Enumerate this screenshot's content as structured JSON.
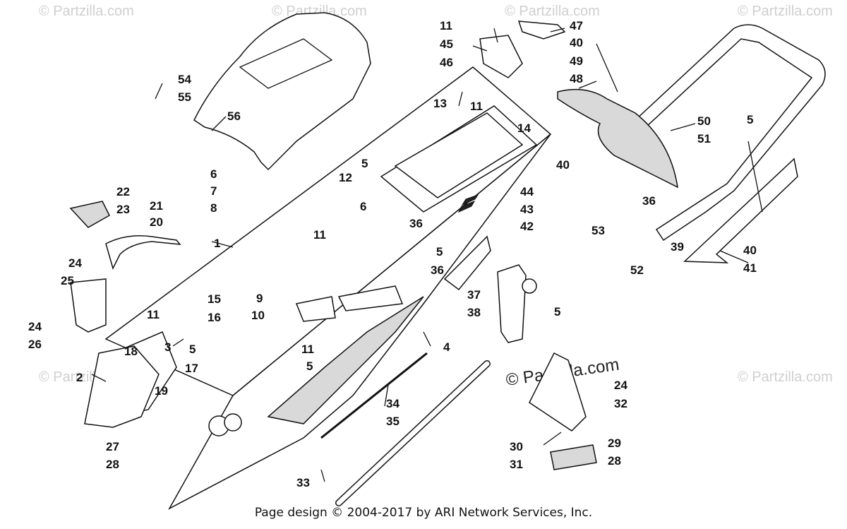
{
  "watermark": "© Partzilla.com",
  "watermark_center": "© Partzilla.com",
  "footer": "Page design © 2004-2017 by ARI Network Services, Inc.",
  "callouts": [
    {
      "id": "c1",
      "label": "1"
    },
    {
      "id": "c2",
      "label": "2"
    },
    {
      "id": "c3",
      "label": "3"
    },
    {
      "id": "c4",
      "label": "4"
    },
    {
      "id": "c5a",
      "label": "5"
    },
    {
      "id": "c5b",
      "label": "5"
    },
    {
      "id": "c5c",
      "label": "5"
    },
    {
      "id": "c5d",
      "label": "5"
    },
    {
      "id": "c5e",
      "label": "5"
    },
    {
      "id": "c5f",
      "label": "5"
    },
    {
      "id": "c6a",
      "label": "6"
    },
    {
      "id": "c6b",
      "label": "6"
    },
    {
      "id": "c7",
      "label": "7"
    },
    {
      "id": "c8",
      "label": "8"
    },
    {
      "id": "c9",
      "label": "9"
    },
    {
      "id": "c10",
      "label": "10"
    },
    {
      "id": "c11a",
      "label": "11"
    },
    {
      "id": "c11b",
      "label": "11"
    },
    {
      "id": "c11c",
      "label": "11"
    },
    {
      "id": "c11d",
      "label": "11"
    },
    {
      "id": "c11e",
      "label": "11"
    },
    {
      "id": "c12",
      "label": "12"
    },
    {
      "id": "c13",
      "label": "13"
    },
    {
      "id": "c14",
      "label": "14"
    },
    {
      "id": "c15",
      "label": "15"
    },
    {
      "id": "c16",
      "label": "16"
    },
    {
      "id": "c17",
      "label": "17"
    },
    {
      "id": "c18",
      "label": "18"
    },
    {
      "id": "c19",
      "label": "19"
    },
    {
      "id": "c20",
      "label": "20"
    },
    {
      "id": "c21",
      "label": "21"
    },
    {
      "id": "c22",
      "label": "22"
    },
    {
      "id": "c23",
      "label": "23"
    },
    {
      "id": "c24a",
      "label": "24"
    },
    {
      "id": "c24b",
      "label": "24"
    },
    {
      "id": "c24c",
      "label": "24"
    },
    {
      "id": "c25",
      "label": "25"
    },
    {
      "id": "c26",
      "label": "26"
    },
    {
      "id": "c27",
      "label": "27"
    },
    {
      "id": "c28a",
      "label": "28"
    },
    {
      "id": "c28b",
      "label": "28"
    },
    {
      "id": "c29",
      "label": "29"
    },
    {
      "id": "c30",
      "label": "30"
    },
    {
      "id": "c31",
      "label": "31"
    },
    {
      "id": "c32",
      "label": "32"
    },
    {
      "id": "c33",
      "label": "33"
    },
    {
      "id": "c34",
      "label": "34"
    },
    {
      "id": "c35",
      "label": "35"
    },
    {
      "id": "c36a",
      "label": "36"
    },
    {
      "id": "c36b",
      "label": "36"
    },
    {
      "id": "c36c",
      "label": "36"
    },
    {
      "id": "c37",
      "label": "37"
    },
    {
      "id": "c38",
      "label": "38"
    },
    {
      "id": "c39",
      "label": "39"
    },
    {
      "id": "c40a",
      "label": "40"
    },
    {
      "id": "c40b",
      "label": "40"
    },
    {
      "id": "c40c",
      "label": "40"
    },
    {
      "id": "c41",
      "label": "41"
    },
    {
      "id": "c42",
      "label": "42"
    },
    {
      "id": "c43",
      "label": "43"
    },
    {
      "id": "c44",
      "label": "44"
    },
    {
      "id": "c45",
      "label": "45"
    },
    {
      "id": "c46",
      "label": "46"
    },
    {
      "id": "c47",
      "label": "47"
    },
    {
      "id": "c48",
      "label": "48"
    },
    {
      "id": "c49",
      "label": "49"
    },
    {
      "id": "c50",
      "label": "50"
    },
    {
      "id": "c51",
      "label": "51"
    },
    {
      "id": "c52",
      "label": "52"
    },
    {
      "id": "c53",
      "label": "53"
    },
    {
      "id": "c54",
      "label": "54"
    },
    {
      "id": "c55",
      "label": "55"
    },
    {
      "id": "c56",
      "label": "56"
    }
  ]
}
